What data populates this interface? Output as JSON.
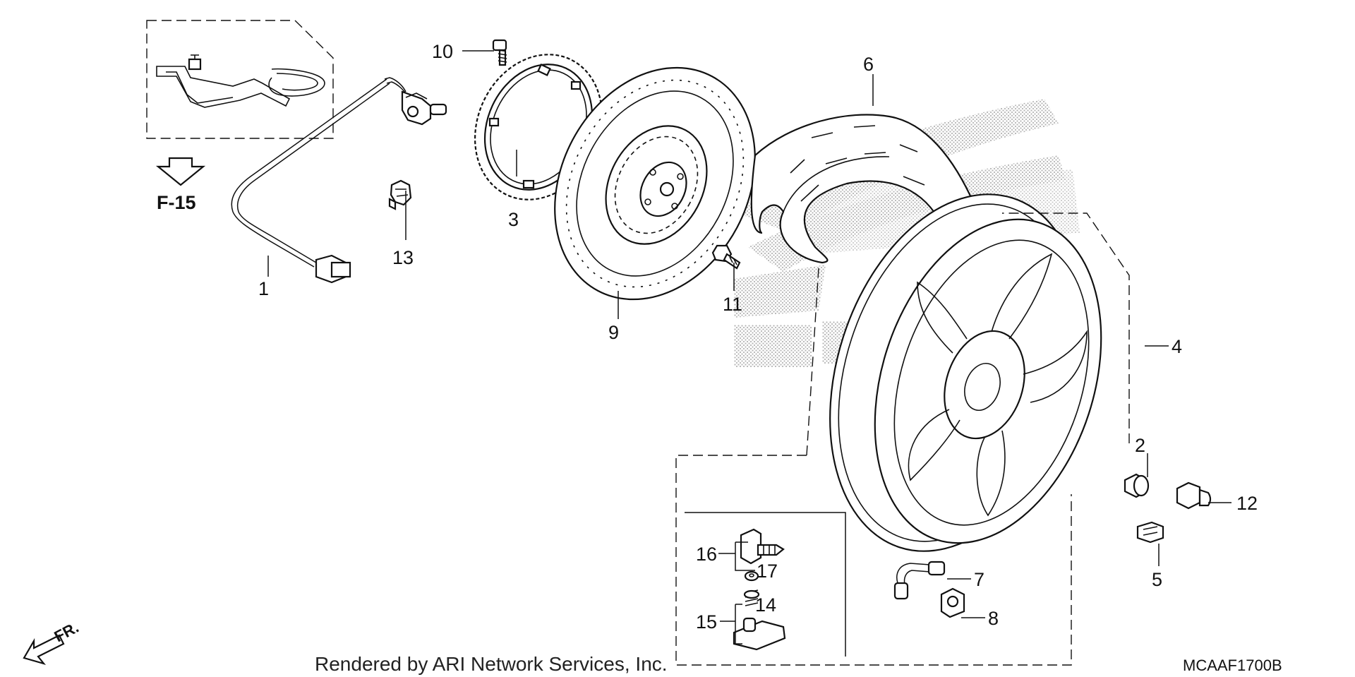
{
  "callouts": {
    "c1": "1",
    "c2": "2",
    "c3": "3",
    "c4": "4",
    "c5": "5",
    "c6": "6",
    "c7": "7",
    "c8": "8",
    "c9": "9",
    "c10": "10",
    "c11": "11",
    "c12": "12",
    "c13": "13",
    "c14": "14",
    "c15": "15",
    "c16": "16",
    "c17": "17"
  },
  "reference": "F-15",
  "front_marker": "FR.",
  "footer": "Rendered by ARI Network Services, Inc.",
  "diagram_code": "MCAAF1700B",
  "colors": {
    "line": "#111111",
    "watermark": "#bdbdbd",
    "background": "#ffffff"
  }
}
